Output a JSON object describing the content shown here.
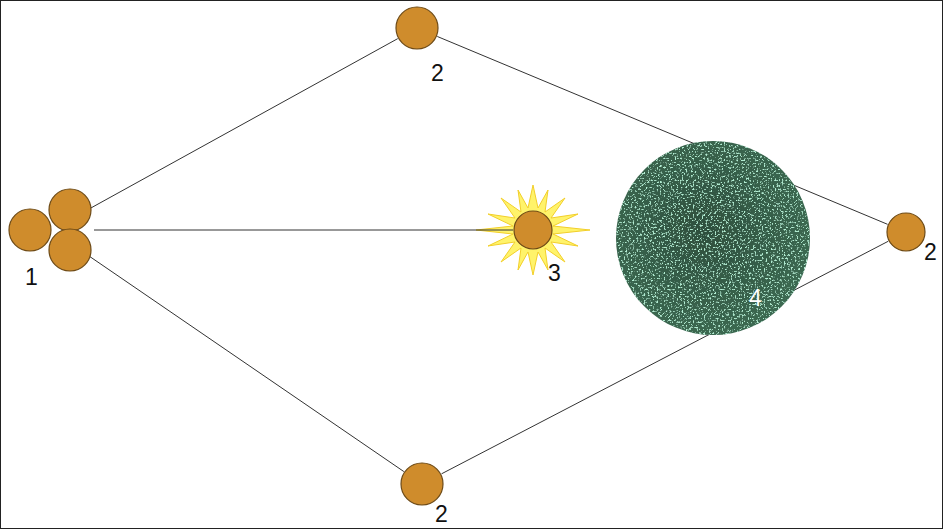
{
  "diagram": {
    "nodes": [
      {
        "text": [
          "2"
        ]
      },
      {
        "text": [
          "1"
        ]
      },
      {
        "text": [
          "3"
        ]
      },
      {
        "text": [
          "4"
        ]
      },
      {
        "text": [
          "2"
        ]
      },
      {
        "text": [
          "2"
        ]
      }
    ],
    "edges": [
      {
        "from": 1,
        "to": 0,
        "arrow": "none"
      },
      {
        "from": 0,
        "to": 4,
        "arrow": "none"
      },
      {
        "from": 1,
        "to": 5,
        "arrow": "none"
      },
      {
        "from": 5,
        "to": 4,
        "arrow": "none"
      },
      {
        "from": 1,
        "to": 2,
        "arrow": "none"
      }
    ]
  }
}
